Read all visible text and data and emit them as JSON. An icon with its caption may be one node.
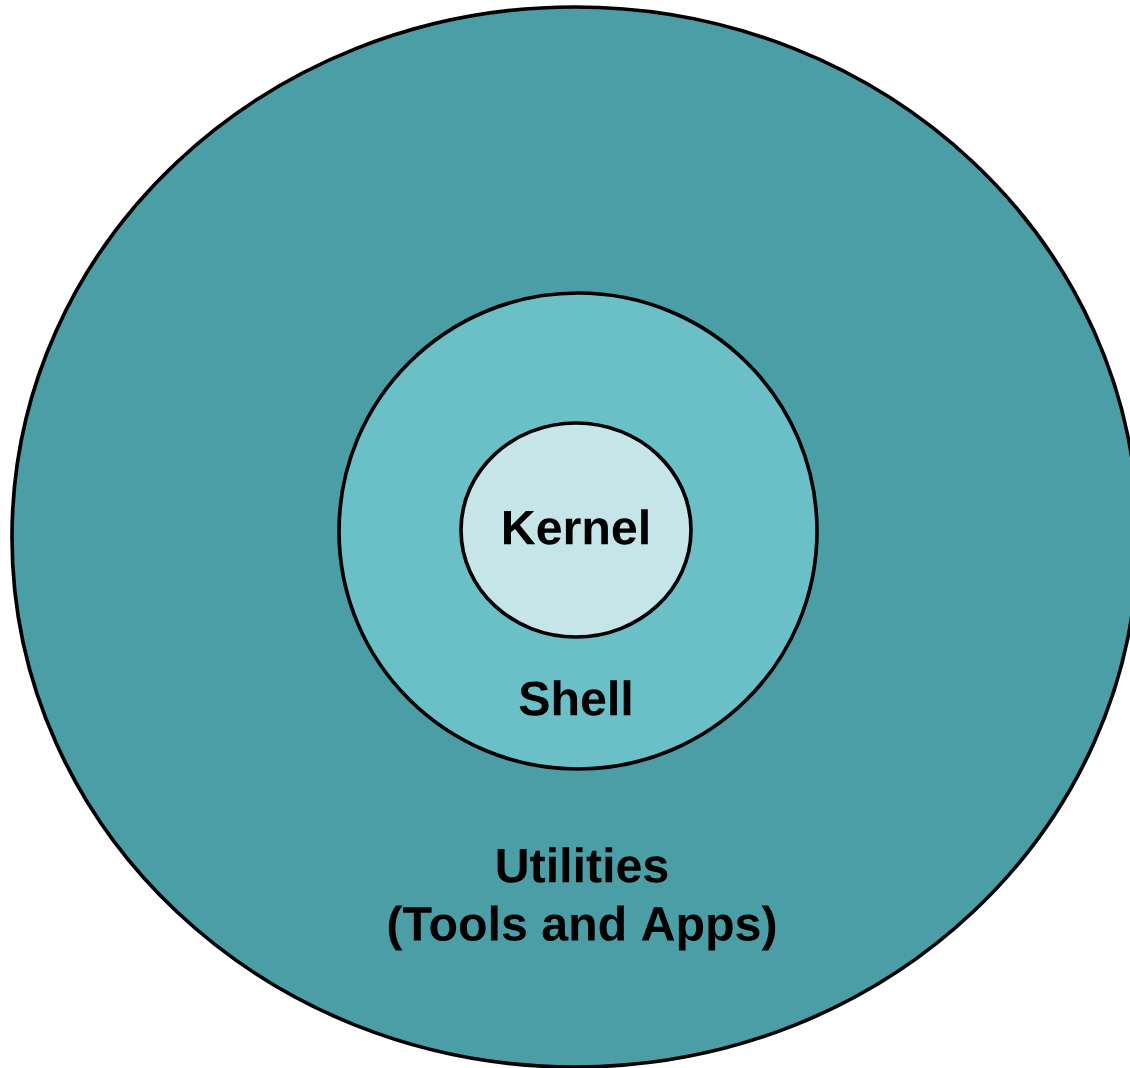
{
  "diagram": {
    "nodes": [
      {
        "text": [
          "Utilities",
          "(Tools and Apps)"
        ]
      },
      {
        "text": [
          "Shell"
        ],
        "in": 0
      },
      {
        "text": [
          "Kernel"
        ],
        "in": 1
      }
    ]
  }
}
